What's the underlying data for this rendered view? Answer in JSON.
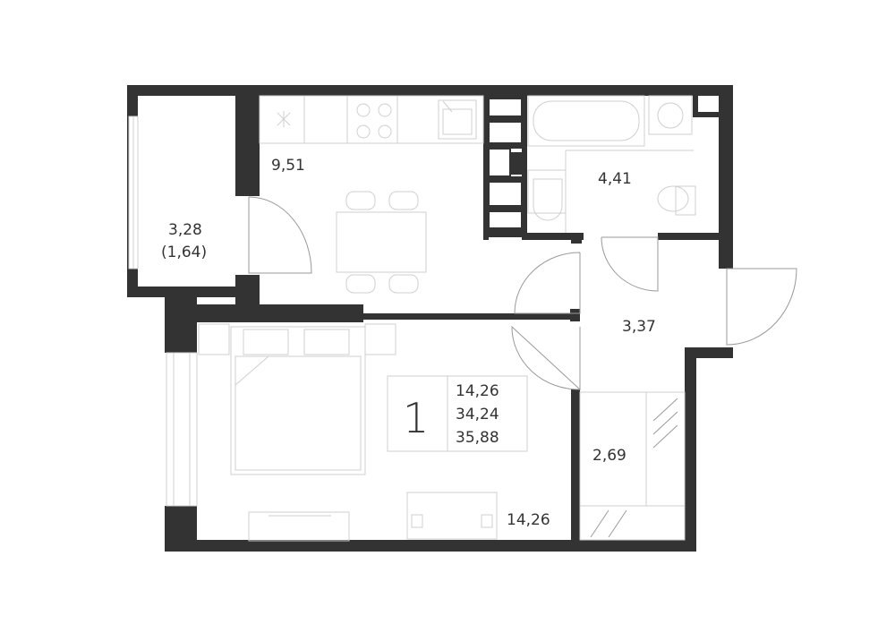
{
  "colors": {
    "wall": "#333333",
    "furniture_line": "#cfcfcf",
    "door_line": "#9a9a9a",
    "background": "#ffffff"
  },
  "rooms": {
    "kitchen_area": "9,51",
    "balcony_area": "3,28",
    "balcony_reduced_area": "(1,64)",
    "bathroom_area": "4,41",
    "hall_area": "3,37",
    "storage_area": "2,69",
    "bedroom_area": "14,26"
  },
  "summary": {
    "room_count": "1",
    "living_area": "14,26",
    "total_area": "34,24",
    "total_area_with_balcony": "35,88"
  }
}
